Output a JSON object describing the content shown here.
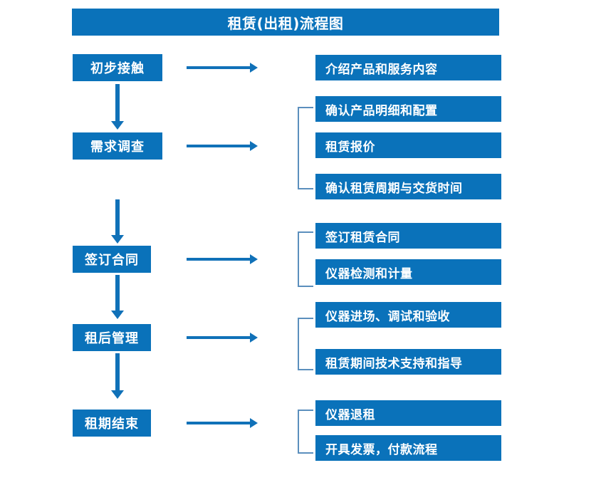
{
  "chart_data": {
    "type": "diagram",
    "diagram_kind": "flowchart",
    "title": "租赁(出租)流程图",
    "orientation": "vertical-with-right-branches",
    "accent_color": "#0a72ba",
    "arrow_color": "#1071b8",
    "bracket_color": "#5b8fbd",
    "text_color": "#ffffff",
    "background": "#ffffff",
    "stage_count": 5,
    "detail_count": 10,
    "stages": [
      {
        "label": "初步接触",
        "details": [
          "介绍产品和服务内容"
        ]
      },
      {
        "label": "需求调查",
        "details": [
          "确认产品明细和配置",
          "租赁报价",
          "确认租赁周期与交货时间"
        ]
      },
      {
        "label": "签订合同",
        "details": [
          "签订租赁合同",
          "仪器检测和计量"
        ]
      },
      {
        "label": "租后管理",
        "details": [
          "仪器进场、调试和验收",
          "租赁期间技术支持和指导"
        ]
      },
      {
        "label": "租期结束",
        "details": [
          "仪器退租",
          "开具发票，付款流程"
        ]
      }
    ]
  },
  "header": {
    "title": "租赁(出租)流程图"
  },
  "stages": [
    {
      "label": "初步接触",
      "details": [
        {
          "label": "介绍产品和服务内容"
        }
      ]
    },
    {
      "label": "需求调查",
      "details": [
        {
          "label": "确认产品明细和配置"
        },
        {
          "label": "租赁报价"
        },
        {
          "label": "确认租赁周期与交货时间"
        }
      ]
    },
    {
      "label": "签订合同",
      "details": [
        {
          "label": "签订租赁合同"
        },
        {
          "label": "仪器检测和计量"
        }
      ]
    },
    {
      "label": "租后管理",
      "details": [
        {
          "label": "仪器进场、调试和验收"
        },
        {
          "label": "租赁期间技术支持和指导"
        }
      ]
    },
    {
      "label": "租期结束",
      "details": [
        {
          "label": "仪器退租"
        },
        {
          "label": "开具发票，付款流程"
        }
      ]
    }
  ],
  "connectors": {
    "down_arrow_icon": "arrow-down-icon",
    "right_arrow_icon": "arrow-right-icon",
    "bracket_icon": "group-bracket-icon"
  }
}
